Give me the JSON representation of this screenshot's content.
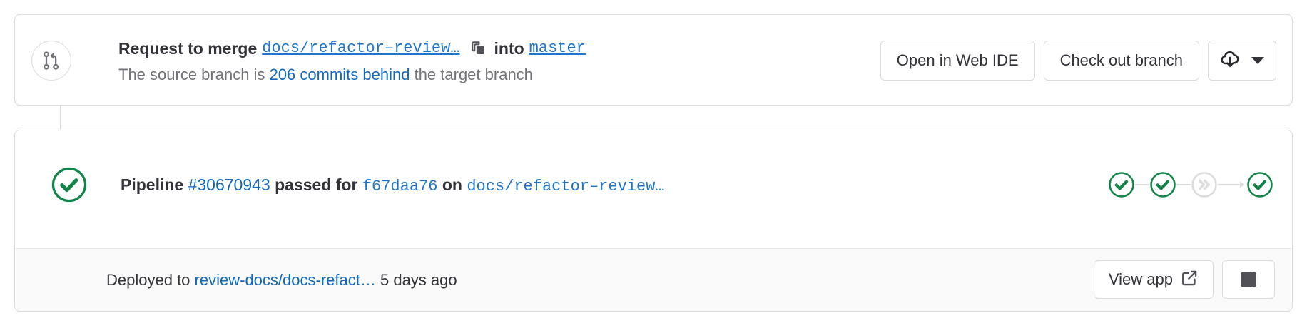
{
  "merge_request": {
    "icon": "merge-request-icon",
    "title_prefix": "Request to merge",
    "source_branch": "docs/refactor–review…",
    "copy_icon": "copy-icon",
    "into_label": "into",
    "target_branch": "master",
    "behind_text_before": "The source branch is",
    "behind_link": "206 commits behind",
    "behind_text_after": "the target branch",
    "actions": {
      "web_ide_label": "Open in Web IDE",
      "checkout_label": "Check out branch",
      "download_icon": "cloud-download-icon",
      "dropdown_icon": "chevron-down-icon"
    }
  },
  "pipeline": {
    "status_icon": "status-success-icon",
    "label": "Pipeline",
    "id": "#30670943",
    "result": "passed for",
    "commit_sha": "f67daa76",
    "on_label": "on",
    "branch": "docs/refactor–review…",
    "stages": [
      {
        "name": "stage-success-1",
        "status": "success"
      },
      {
        "name": "stage-success-2",
        "status": "success"
      },
      {
        "name": "stage-skipped",
        "status": "skipped"
      },
      {
        "name": "stage-success-3",
        "status": "success"
      }
    ]
  },
  "deployment": {
    "deployed_label": "Deployed to",
    "environment": "review-docs/docs-refact…",
    "timestamp": "5 days ago",
    "view_app_label": "View app",
    "external_link_icon": "external-link-icon",
    "stop_icon": "stop-square-icon"
  },
  "colors": {
    "link": "#1068bf",
    "mono_link": "#1f75cb",
    "success": "#108548",
    "neutral": "#737278",
    "border": "#dcdcde",
    "text": "#333238",
    "row_bg": "#fafafa"
  }
}
